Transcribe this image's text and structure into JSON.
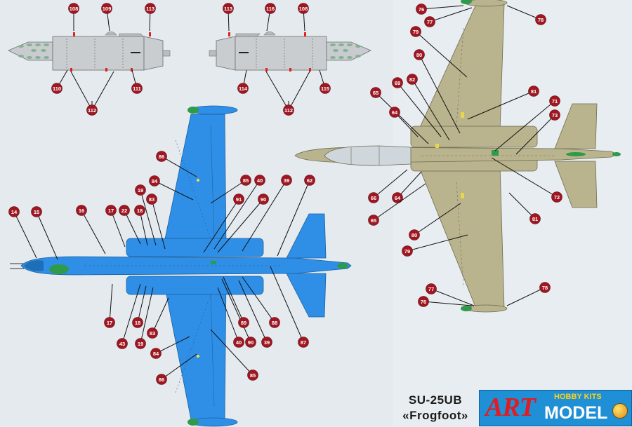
{
  "title": {
    "line1": "SU-25UB",
    "line2": "«Frogfoot»"
  },
  "logo": {
    "brand": "ART",
    "line1": "HOBBY KITS",
    "line2": "MODEL"
  },
  "colors": {
    "blue_view": "#2f8fe6",
    "khaki_view": "#b9b48d",
    "pod": "#c9cdcf",
    "callout": "#a01722",
    "nose_green": "#2e9a4a"
  },
  "pod_left_labels": [
    "108",
    "109",
    "113",
    "110",
    "112",
    "111"
  ],
  "pod_right_labels": [
    "113",
    "116",
    "108",
    "114",
    "112",
    "115"
  ],
  "blue_labels": [
    "86",
    "84",
    "85",
    "40",
    "39",
    "62",
    "19",
    "83",
    "91",
    "90",
    "14",
    "15",
    "16",
    "17",
    "22",
    "18",
    "17",
    "43",
    "18",
    "19",
    "83",
    "84",
    "86",
    "85",
    "40",
    "90",
    "39",
    "89",
    "88",
    "87"
  ],
  "khaki_labels": [
    "76",
    "77",
    "78",
    "79",
    "80",
    "82",
    "69",
    "65",
    "64",
    "81",
    "71",
    "73",
    "72",
    "66",
    "64",
    "65",
    "81",
    "80",
    "79",
    "77",
    "76",
    "78"
  ]
}
